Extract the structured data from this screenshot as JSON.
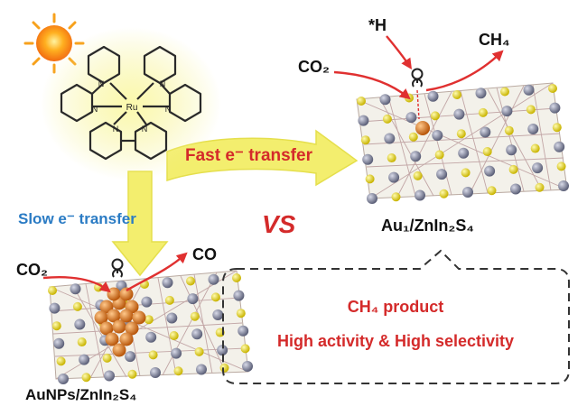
{
  "colors": {
    "red_text": "#d42a2a",
    "blue_text": "#2a7bc4",
    "yellow_glow": "#f4f08a",
    "sulfur": "#e8dc2c",
    "zinc": "#8b8fa8",
    "gold": "#e07a1c",
    "arrow_red": "#e03030"
  },
  "icons": [
    "sun-icon",
    "ru-complex-icon"
  ],
  "labels": {
    "ru_atom": "Ru",
    "n_atom": "N",
    "fast_transfer": "Fast e⁻ transfer",
    "slow_transfer": "Slow e⁻ transfer",
    "vs": "VS",
    "co2_top": "CO₂",
    "h_top": "*H",
    "ch4_top": "CH₄",
    "co2_bottom": "CO₂",
    "co_bottom": "CO",
    "catalyst_single_atom": "Au₁/ZnIn₂S₄",
    "catalyst_nps": "AuNPs/ZnIn₂S₄",
    "box_title": "CH₄ product",
    "box_subtitle": "High activity & High selectivity"
  }
}
